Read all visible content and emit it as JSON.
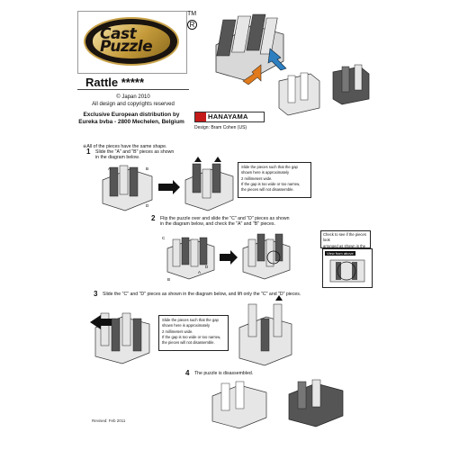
{
  "header": {
    "logo_text": "Cast Puzzle",
    "tm": "TM",
    "reg": "R",
    "title": "Rattle *****",
    "copyright_line1": "© Japan 2010",
    "copyright_line2": "All design and copyrights reserved",
    "distribution": "Exclusive European distribution by Eureka bvba - 2800 Mechelen, Belgium",
    "brand": "HANAYAMA",
    "designer": "Design: Bram Cohen (US)"
  },
  "intro": {
    "line1": "※All of the pieces have the same shape."
  },
  "steps": [
    {
      "num": "1",
      "text_line1": "Slide the \"A\" and \"B\" pieces as shown",
      "text_line2": "in the diagram below.",
      "labels": [
        "A",
        "B",
        "D"
      ],
      "note": [
        "Slide the pieces such that the gap",
        "shown here is approximately",
        "2 millimeters wide.",
        "If the gap is too wide or too narrow,",
        "the pieces will not disassemble."
      ]
    },
    {
      "num": "2",
      "text_line1": "Flip the puzzle over and slide the \"C\" and \"D\" pieces as shown",
      "text_line2": "in the diagram below, and check the \"A\" and \"B\" pieces.",
      "labels": [
        "C",
        "B",
        "A",
        "D"
      ],
      "note": [
        "Check to see if the pieces look",
        "arranged as shown in the",
        "diagram below."
      ],
      "view_label": "View from above"
    },
    {
      "num": "3",
      "text_line1": "Slide the \"C\" and \"D\" pieces as shown in the diagram below, and lift only the \"C\" and \"D\" pieces.",
      "note": [
        "Slide the pieces such that the gap",
        "shown here is approximately",
        "2 millimeters wide.",
        "If the gap is too wide or too narrow,",
        "the pieces will not disassemble."
      ]
    },
    {
      "num": "4",
      "text_line1": "The puzzle is disassembled."
    }
  ],
  "footer": {
    "revised": "Revised: Feb 2011"
  },
  "colors": {
    "accent_arrow_orange": "#e07a1c",
    "accent_arrow_blue": "#2d7fc0",
    "brand_red": "#c41a1a",
    "piece_light": "#e6e6e6",
    "piece_dark": "#555555"
  }
}
